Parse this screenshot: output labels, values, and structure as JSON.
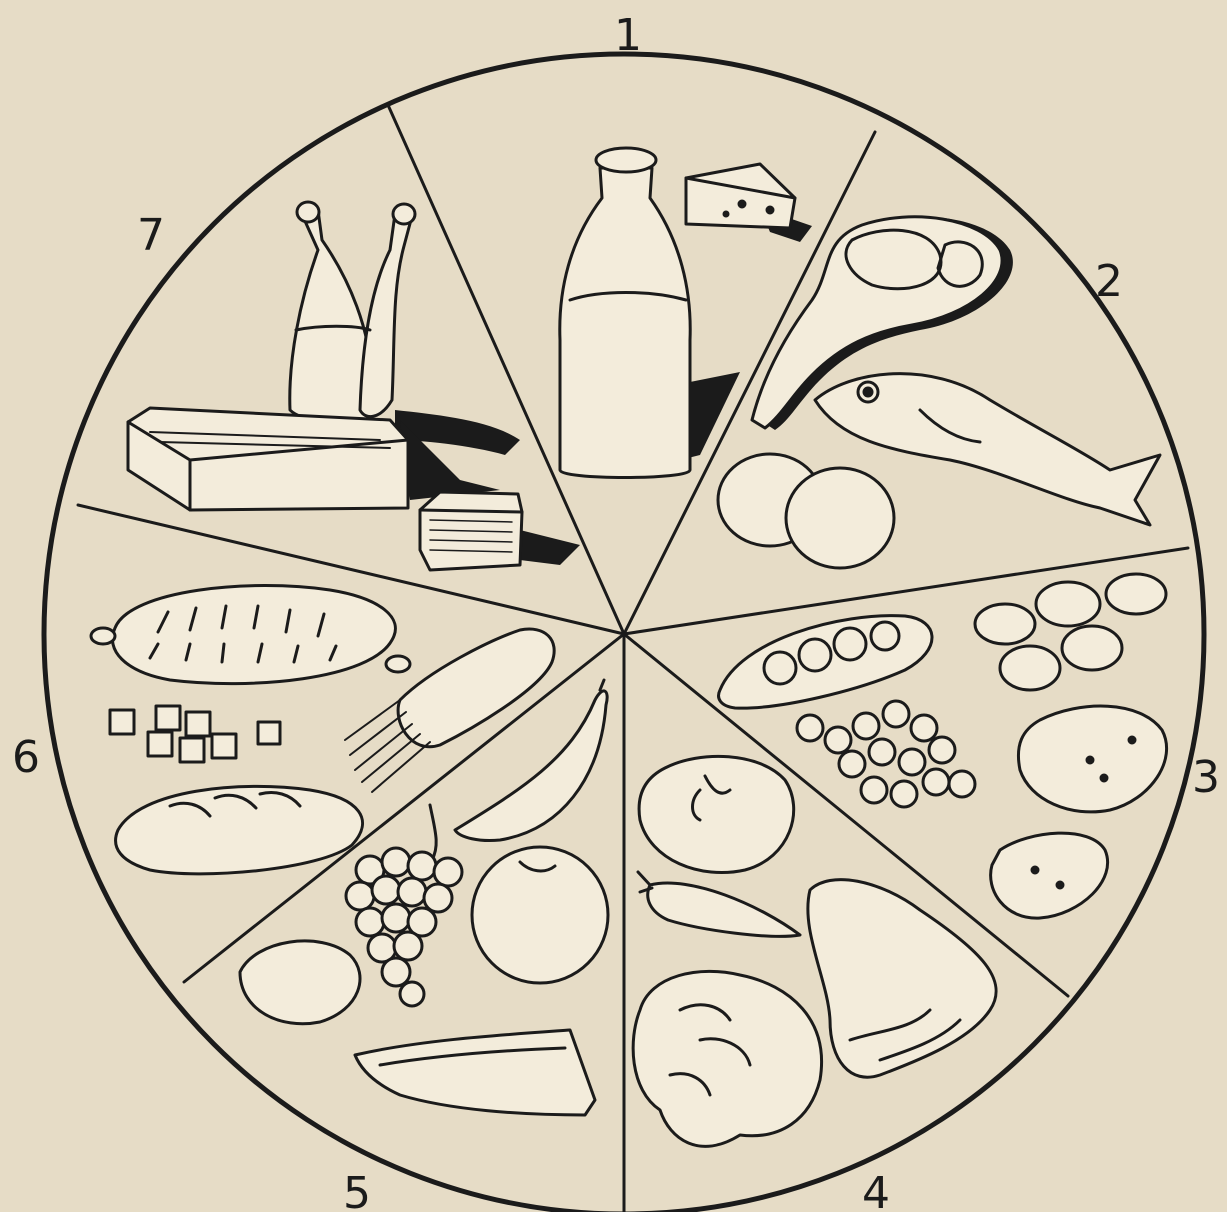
{
  "background_color": "#e6dcc6",
  "ink_color": "#1b1b1b",
  "segments": [
    {
      "number": "1",
      "icons": [
        "milk-bottle-icon",
        "cheese-wedge-icon"
      ]
    },
    {
      "number": "2",
      "icons": [
        "meat-chop-icon",
        "fish-icon",
        "eggs-icon"
      ]
    },
    {
      "number": "3",
      "icons": [
        "pea-pod-icon",
        "beans-icon",
        "peas-icon",
        "potato-icon"
      ]
    },
    {
      "number": "4",
      "icons": [
        "tomato-icon",
        "carrot-icon",
        "cauliflower-icon",
        "lettuce-icon"
      ]
    },
    {
      "number": "5",
      "icons": [
        "banana-icon",
        "grapes-icon",
        "orange-icon",
        "lemon-icon",
        "melon-slice-icon"
      ]
    },
    {
      "number": "6",
      "icons": [
        "baking-dish-icon",
        "sugar-cubes-icon",
        "spaghetti-icon",
        "bread-loaf-icon"
      ]
    },
    {
      "number": "7",
      "icons": [
        "oil-cruet-icon",
        "butter-block-icon",
        "honeycomb-icon"
      ]
    }
  ]
}
